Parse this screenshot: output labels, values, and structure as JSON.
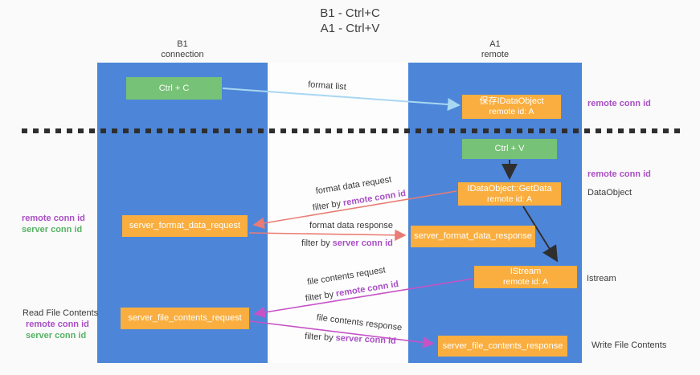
{
  "title": {
    "line1": "B1 - Ctrl+C",
    "line2": "A1 - Ctrl+V"
  },
  "lanes": {
    "left": {
      "title": "B1",
      "subtitle": "connection"
    },
    "right": {
      "title": "A1",
      "subtitle": "remote"
    }
  },
  "nodes": {
    "ctrl_c": {
      "label": "Ctrl + C"
    },
    "ctrl_v": {
      "label": "Ctrl + V"
    },
    "save_idataobject": {
      "line1": "保存IDataObject",
      "line2": "remote id: A"
    },
    "getdata": {
      "line1": "IDataObject::GetData",
      "line2": "remote id: A"
    },
    "istream": {
      "line1": "IStream",
      "line2": "remote id: A"
    },
    "server_format_data_request": {
      "label": "server_format_data_request"
    },
    "server_format_data_response": {
      "label": "server_format_data_response"
    },
    "server_file_contents_request": {
      "label": "server_file_contents_request"
    },
    "server_file_contents_response": {
      "label": "server_file_contents_response"
    }
  },
  "edge_labels": {
    "format_list": "format list",
    "format_data_request": "format data request",
    "format_data_response": "format data response",
    "file_contents_request": "file contents request",
    "file_contents_response": "file contents response",
    "filter_by": "filter by",
    "remote_conn_id": "remote conn id",
    "server_conn_id": "server conn id"
  },
  "annotations": {
    "remote_conn_id_top_right": "remote conn id",
    "remote_conn_id_mid_right": "remote conn id",
    "dataobject": "DataObject",
    "istream": "Istream",
    "write_file_contents": "Write File Contents",
    "read_file_contents": "Read File Contents",
    "remote_conn_id_left_1": "remote conn id",
    "server_conn_id_left_1": "server conn id",
    "remote_conn_id_left_2": "remote conn id",
    "server_conn_id_left_2": "server conn id"
  },
  "colors": {
    "lane_blue": "#4d86d8",
    "box_green": "#76c276",
    "box_orange": "#f9ae3f",
    "arrow_light_blue": "#a8d7f2",
    "arrow_red": "#e97c74",
    "arrow_magenta": "#c653c6",
    "arrow_black": "#2f2f2f",
    "text_purple": "#a94fc5",
    "text_green": "#55b364"
  }
}
